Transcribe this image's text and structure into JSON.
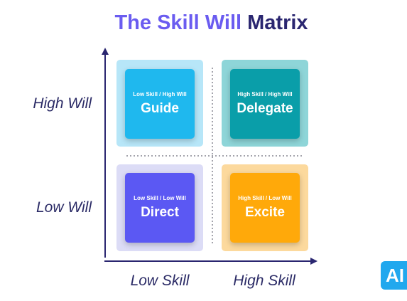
{
  "title": {
    "accent": "The Skill Will",
    "rest": "Matrix"
  },
  "y_axis": {
    "high": "High Will",
    "low": "Low Will"
  },
  "x_axis": {
    "low": "Low Skill",
    "high": "High Skill"
  },
  "quadrants": {
    "top_left": {
      "sub": "Low Skill / High Will",
      "main": "Guide",
      "color": "#1fb8ee",
      "bg": "#b7e6f8"
    },
    "top_right": {
      "sub": "High Skill / High Will",
      "main": "Delegate",
      "color": "#0a9ea9",
      "bg": "#8ed5d8"
    },
    "bottom_left": {
      "sub": "Low Skill / Low Will",
      "main": "Direct",
      "color": "#5b58f3",
      "bg": "#dcdcf6"
    },
    "bottom_right": {
      "sub": "High Skill / Low Will",
      "main": "Excite",
      "color": "#ffa90a",
      "bg": "#fcd99d"
    }
  },
  "colors": {
    "title_accent": "#6a5cf0",
    "title_dark": "#2a2670",
    "axis": "#2a2670",
    "divider": "#4a4a5a",
    "logo": "#21a8ee"
  },
  "logo": {
    "text": "AI"
  }
}
